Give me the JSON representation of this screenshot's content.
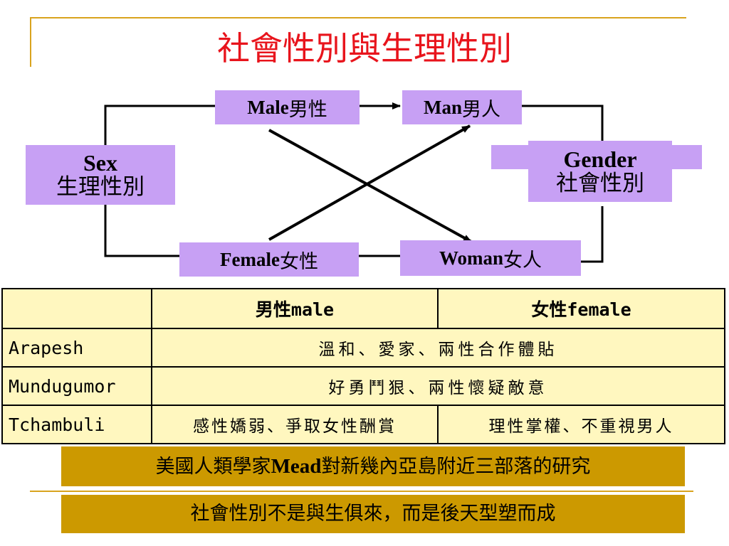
{
  "title": "社會性別與生理性別",
  "diagram": {
    "sex": {
      "en": "Sex",
      "zh": "生理性別"
    },
    "gender": {
      "en": "Gender",
      "zh": "社會性別"
    },
    "male": {
      "en": "Male",
      "zh": "男性"
    },
    "female": {
      "en": "Female",
      "zh": "女性"
    },
    "man": {
      "en": "Man",
      "zh": "男人"
    },
    "woman": {
      "en": "Woman",
      "zh": "女人"
    }
  },
  "table": {
    "headers": [
      "",
      "男性male",
      "女性female"
    ],
    "rows": [
      {
        "name": "Arapesh",
        "shared": "溫和、愛家、兩性合作體貼"
      },
      {
        "name": "Mundugumor",
        "shared": "好勇鬥狠、兩性懷疑敵意"
      },
      {
        "name": "Tchambuli",
        "male": "感性嬌弱、爭取女性酬賞",
        "female": "理性掌權、不重視男人"
      }
    ]
  },
  "notes": {
    "line1_pre": "美國人類學家",
    "line1_bold": "Mead",
    "line1_post": "對新幾內亞島附近三部落的研究",
    "line2": "社會性別不是與生俱來，而是後天型塑而成"
  },
  "colors": {
    "title": "#e8141c",
    "box": "#c7a0f4",
    "table": "#fff7bf",
    "band": "#cc9900",
    "deco": "#d9a31e"
  }
}
